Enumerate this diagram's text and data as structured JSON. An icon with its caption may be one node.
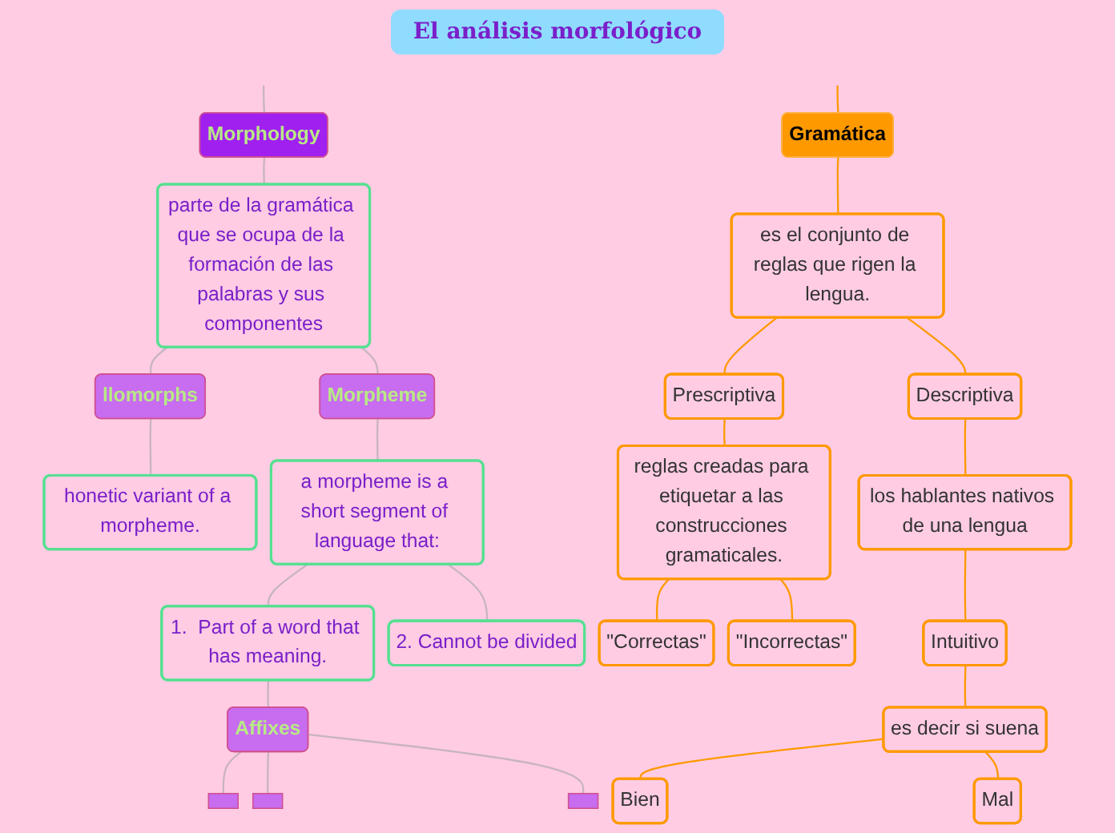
{
  "diagram": {
    "title": "El análisis morfológico",
    "nodes": [
      {
        "text": [
          "Morphology"
        ]
      },
      {
        "text": [
          "parte de la gramática que se ocupa de la formación de las palabras y sus componentes"
        ]
      },
      {
        "text": [
          "llomorphs"
        ]
      },
      {
        "text": [
          "honetic variant of a morpheme."
        ]
      },
      {
        "text": [
          "Morpheme"
        ]
      },
      {
        "text": [
          "a morpheme is a short segment of language that:"
        ]
      },
      {
        "text": [
          "1.  Part of a word that has meaning."
        ]
      },
      {
        "text": [
          "2. Cannot be divided"
        ]
      },
      {
        "text": [
          "Affixes"
        ]
      },
      {
        "text": [],
        "shape": "box"
      },
      {
        "text": [],
        "shape": "box"
      },
      {
        "text": [],
        "shape": "box"
      },
      {
        "text": [
          "Gramática"
        ]
      },
      {
        "text": [
          "es el conjunto de reglas que rigen la lengua."
        ]
      },
      {
        "text": [
          "Prescriptiva"
        ]
      },
      {
        "text": [
          "reglas creadas para etiquetar a las construcciones gramaticales."
        ]
      },
      {
        "text": [
          "\"Correctas\""
        ]
      },
      {
        "text": [
          "\"Incorrectas\""
        ]
      },
      {
        "text": [
          "Descriptiva"
        ]
      },
      {
        "text": [
          "los hablantes nativos de una lengua"
        ]
      },
      {
        "text": [
          "Intuitivo"
        ]
      },
      {
        "text": [
          "es decir si suena"
        ]
      },
      {
        "text": [
          "Bien"
        ]
      },
      {
        "text": [
          "Mal"
        ]
      }
    ],
    "edges": [
      {
        "from": null,
        "to": 0,
        "arrow": "none"
      },
      {
        "from": 0,
        "to": 1,
        "arrow": "none"
      },
      {
        "from": 1,
        "to": 2,
        "arrow": "none"
      },
      {
        "from": 2,
        "to": 3,
        "arrow": "none"
      },
      {
        "from": 1,
        "to": 4,
        "arrow": "none"
      },
      {
        "from": 4,
        "to": 5,
        "arrow": "none"
      },
      {
        "from": 5,
        "to": 6,
        "arrow": "none"
      },
      {
        "from": 5,
        "to": 7,
        "arrow": "none"
      },
      {
        "from": 6,
        "to": 8,
        "arrow": "none"
      },
      {
        "from": 8,
        "to": 9,
        "arrow": "none"
      },
      {
        "from": 8,
        "to": 10,
        "arrow": "none"
      },
      {
        "from": 8,
        "to": 11,
        "arrow": "none"
      },
      {
        "from": null,
        "to": 12,
        "arrow": "none",
        "color": "#ff9900"
      },
      {
        "from": 12,
        "to": 13,
        "arrow": "none",
        "color": "#ff9900"
      },
      {
        "from": 13,
        "to": 14,
        "arrow": "none",
        "color": "#ff9900"
      },
      {
        "from": 14,
        "to": 15,
        "arrow": "none",
        "color": "#ff9900"
      },
      {
        "from": 15,
        "to": 16,
        "arrow": "none",
        "color": "#ff9900"
      },
      {
        "from": 15,
        "to": 17,
        "arrow": "none",
        "color": "#ff9900"
      },
      {
        "from": 13,
        "to": 18,
        "arrow": "none",
        "color": "#ff9900"
      },
      {
        "from": 18,
        "to": 19,
        "arrow": "none",
        "color": "#ff9900"
      },
      {
        "from": 19,
        "to": 20,
        "arrow": "none",
        "color": "#ff9900"
      },
      {
        "from": 20,
        "to": 21,
        "arrow": "none",
        "color": "#ff9900"
      },
      {
        "from": 21,
        "to": 22,
        "arrow": "none",
        "color": "#ff9900"
      },
      {
        "from": 21,
        "to": 23,
        "arrow": "none",
        "color": "#ff9900"
      }
    ]
  }
}
